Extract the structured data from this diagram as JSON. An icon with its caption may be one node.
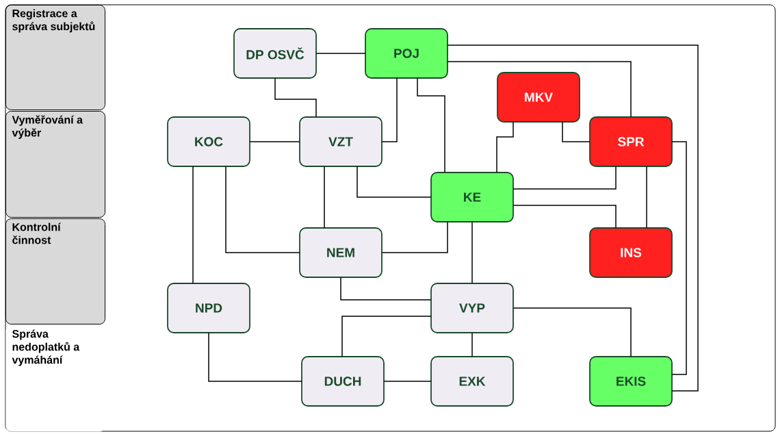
{
  "diagram": {
    "nodes": [
      {
        "text": [
          "Registrace a správa subjektů"
        ]
      },
      {
        "text": [
          "Vyměřování a výběr"
        ]
      },
      {
        "text": [
          "Kontrolní činnost"
        ]
      },
      {
        "text": [
          "Správa nedoplatků a vymáhání"
        ]
      },
      {
        "text": [
          "DP OSVČ"
        ]
      },
      {
        "text": [
          "POJ"
        ]
      },
      {
        "text": [
          "MKV"
        ]
      },
      {
        "text": [
          "KOC"
        ]
      },
      {
        "text": [
          "VZT"
        ]
      },
      {
        "text": [
          "SPR"
        ]
      },
      {
        "text": [
          "KE"
        ]
      },
      {
        "text": [
          "NEM"
        ]
      },
      {
        "text": [
          "INS"
        ]
      },
      {
        "text": [
          "NPD"
        ]
      },
      {
        "text": [
          "VYP"
        ]
      },
      {
        "text": [
          "DUCH"
        ]
      },
      {
        "text": [
          "EXK"
        ]
      },
      {
        "text": [
          "EKIS"
        ]
      }
    ],
    "edges": [
      {
        "from": 4,
        "to": 5,
        "arrow": "none"
      },
      {
        "from": 4,
        "to": 8,
        "arrow": "none"
      },
      {
        "from": 5,
        "to": 8,
        "arrow": "none"
      },
      {
        "from": 5,
        "to": 10,
        "arrow": "none"
      },
      {
        "from": 5,
        "to": 9,
        "arrow": "none"
      },
      {
        "from": 5,
        "to": 17,
        "arrow": "none"
      },
      {
        "from": 6,
        "to": 10,
        "arrow": "none"
      },
      {
        "from": 6,
        "to": 9,
        "arrow": "none"
      },
      {
        "from": 7,
        "to": 8,
        "arrow": "none"
      },
      {
        "from": 7,
        "to": 13,
        "arrow": "none"
      },
      {
        "from": 7,
        "to": 11,
        "arrow": "none"
      },
      {
        "from": 8,
        "to": 11,
        "arrow": "none"
      },
      {
        "from": 8,
        "to": 10,
        "arrow": "none"
      },
      {
        "from": 10,
        "to": 9,
        "arrow": "none"
      },
      {
        "from": 10,
        "to": 12,
        "arrow": "none"
      },
      {
        "from": 9,
        "to": 12,
        "arrow": "none"
      },
      {
        "from": 9,
        "to": 17,
        "arrow": "none"
      },
      {
        "from": 10,
        "to": 11,
        "arrow": "none"
      },
      {
        "from": 10,
        "to": 14,
        "arrow": "none"
      },
      {
        "from": 11,
        "to": 14,
        "arrow": "none"
      },
      {
        "from": 14,
        "to": 15,
        "arrow": "none"
      },
      {
        "from": 14,
        "to": 16,
        "arrow": "none"
      },
      {
        "from": 14,
        "to": 17,
        "arrow": "none"
      },
      {
        "from": 13,
        "to": 15,
        "arrow": "none"
      },
      {
        "from": 15,
        "to": 16,
        "arrow": "none"
      }
    ]
  }
}
